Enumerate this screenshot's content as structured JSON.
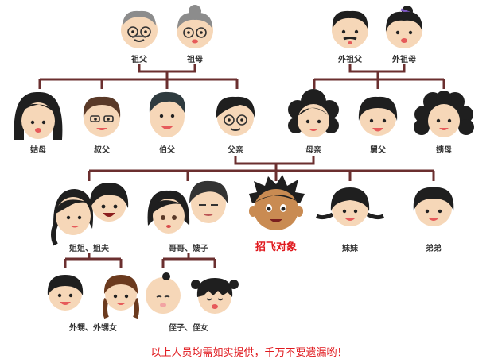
{
  "colors": {
    "line": "#6b2f2f",
    "skin": "#f6d7b8",
    "hair": "#1f1f1f",
    "grey_hair": "#8c8c8c",
    "target_skin": "#c98b52",
    "highlight": "#e0191e"
  },
  "people": {
    "grandfather": "祖父",
    "grandmother": "祖母",
    "maternal_grandfather": "外祖父",
    "maternal_grandmother": "外祖母",
    "aunt_paternal": "姑母",
    "uncle_younger": "叔父",
    "uncle_elder": "伯父",
    "father": "父亲",
    "mother": "母亲",
    "uncle_maternal": "舅父",
    "aunt_maternal": "姨母",
    "elder_sister_and_husband": "姐姐、姐夫",
    "elder_brother_and_wife": "哥哥、嫂子",
    "target": "招飞对象",
    "younger_sister": "妹妹",
    "younger_brother": "弟弟",
    "sister_children": "外甥、外甥女",
    "brother_children": "侄子、侄女"
  },
  "footer": "以上人员均需如实提供，千万不要遗漏哟！"
}
